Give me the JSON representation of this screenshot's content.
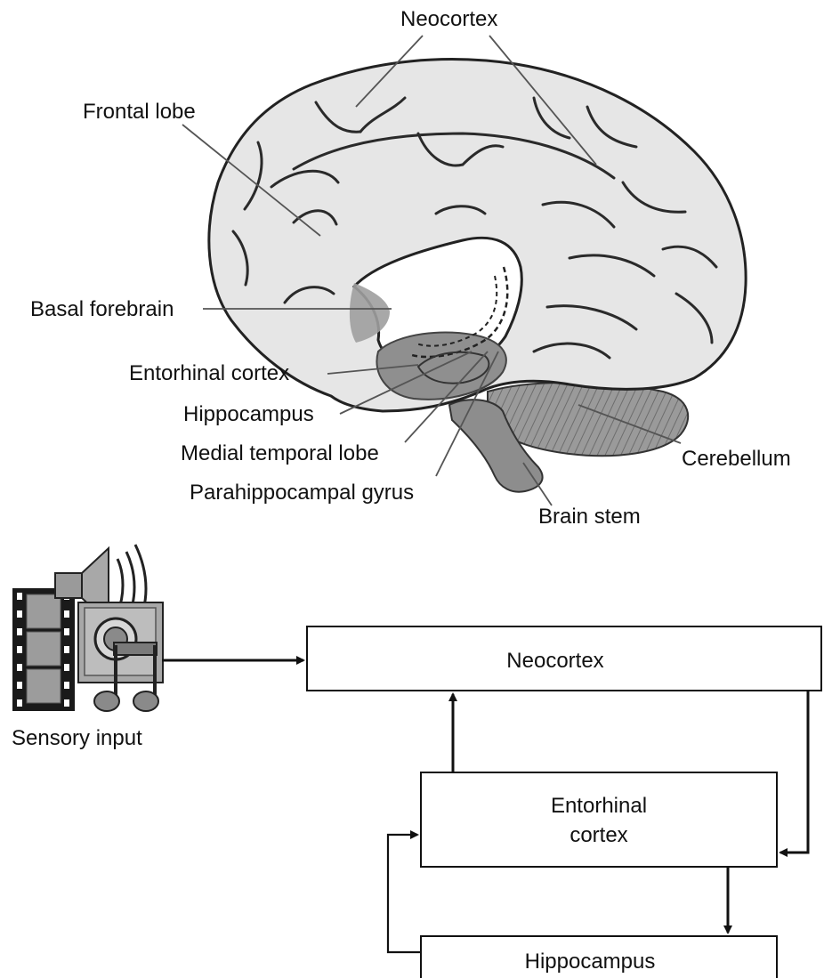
{
  "brain_labels": {
    "neocortex": "Neocortex",
    "frontal_lobe": "Frontal lobe",
    "basal_forebrain": "Basal forebrain",
    "entorhinal_cortex": "Entorhinal cortex",
    "hippocampus": "Hippocampus",
    "medial_temporal_lobe": "Medial temporal lobe",
    "parahippocampal_gyrus": "Parahippocampal gyrus",
    "brain_stem": "Brain stem",
    "cerebellum": "Cerebellum"
  },
  "flow": {
    "sensory_input": "Sensory input",
    "neocortex": "Neocortex",
    "entorhinal_line1": "Entorhinal",
    "entorhinal_line2": "cortex",
    "hippocampus": "Hippocampus"
  },
  "icons": [
    "film-strip-icon",
    "speaker-icon",
    "camera-icon",
    "music-note-icon"
  ],
  "colors": {
    "ink": "#111111",
    "brain_fill": "#e6e6e6",
    "shade": "#8f8f8f"
  }
}
